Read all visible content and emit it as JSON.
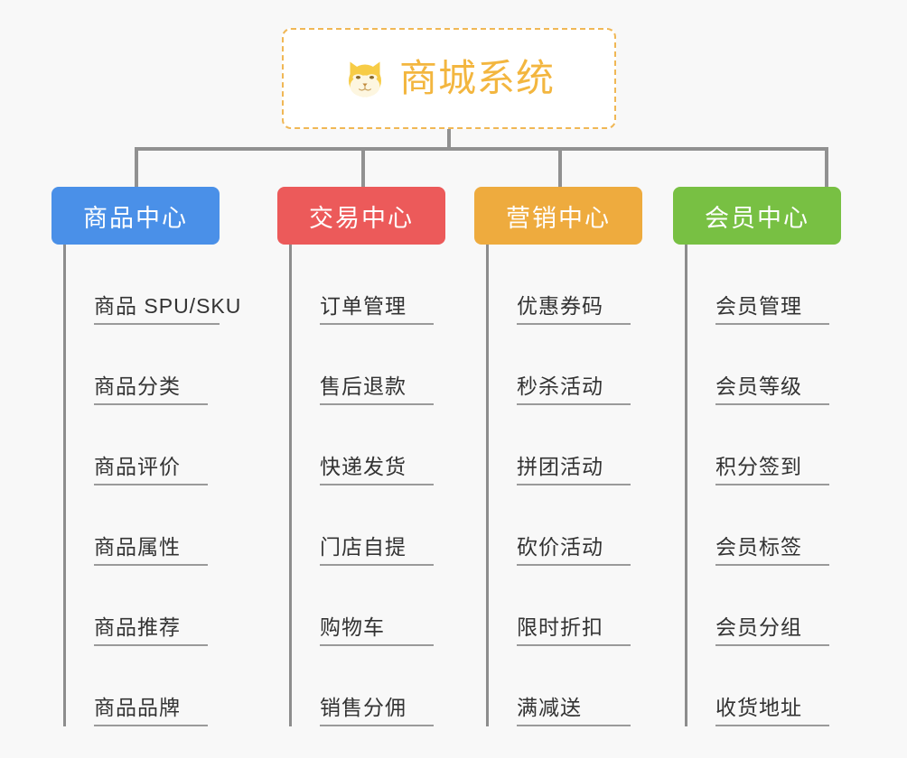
{
  "root": {
    "title": "商城系统",
    "icon": "dog-face-emoji",
    "title_color": "#f3b63f",
    "border_color": "#f0b755",
    "background": "#ffffff"
  },
  "canvas": {
    "background": "#f8f8f8",
    "connector_color": "#919191"
  },
  "columns": [
    {
      "title": "商品中心",
      "color": "#4a90e8",
      "items": [
        "商品 SPU/SKU",
        "商品分类",
        "商品评价",
        "商品属性",
        "商品推荐",
        "商品品牌"
      ]
    },
    {
      "title": "交易中心",
      "color": "#ec5a5a",
      "items": [
        "订单管理",
        "售后退款",
        "快递发货",
        "门店自提",
        "购物车",
        "销售分佣"
      ]
    },
    {
      "title": "营销中心",
      "color": "#eeab3e",
      "items": [
        "优惠券码",
        "秒杀活动",
        "拼团活动",
        "砍价活动",
        "限时折扣",
        "满减送"
      ]
    },
    {
      "title": "会员中心",
      "color": "#78c043",
      "items": [
        "会员管理",
        "会员等级",
        "积分签到",
        "会员标签",
        "会员分组",
        "收货地址"
      ]
    }
  ]
}
